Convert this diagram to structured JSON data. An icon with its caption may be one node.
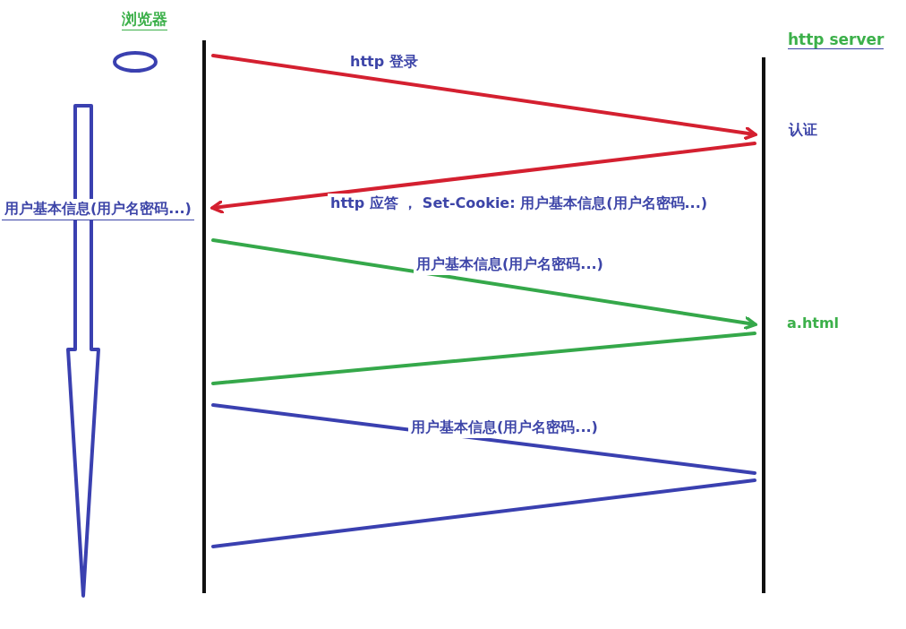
{
  "diagram": {
    "nodes": [
      {
        "text": [
          "浏览器"
        ]
      },
      {
        "text": [
          "http server"
        ]
      }
    ],
    "edges": [
      {
        "from": 0,
        "to": 1,
        "arrow": "to",
        "label": "http 登录",
        "color": "#d42030"
      },
      {
        "from": 1,
        "to": 0,
        "arrow": "to",
        "label": "http 应答 ， Set-Cookie: 用户基本信息(用户名密码...)",
        "color": "#d42030"
      },
      {
        "from": 0,
        "to": 1,
        "arrow": "to",
        "label": "用户基本信息(用户名密码...)",
        "color": "#35a84a"
      },
      {
        "from": 1,
        "to": 0,
        "arrow": "none",
        "color": "#35a84a"
      },
      {
        "from": 0,
        "to": 1,
        "arrow": "none",
        "label": "用户基本信息(用户名密码...)",
        "color": "#3a40b0"
      },
      {
        "from": 1,
        "to": 0,
        "arrow": "none",
        "color": "#3a40b0"
      }
    ],
    "labels": [
      "认证",
      "用户基本信息(用户名密码...)",
      "a.html"
    ]
  }
}
